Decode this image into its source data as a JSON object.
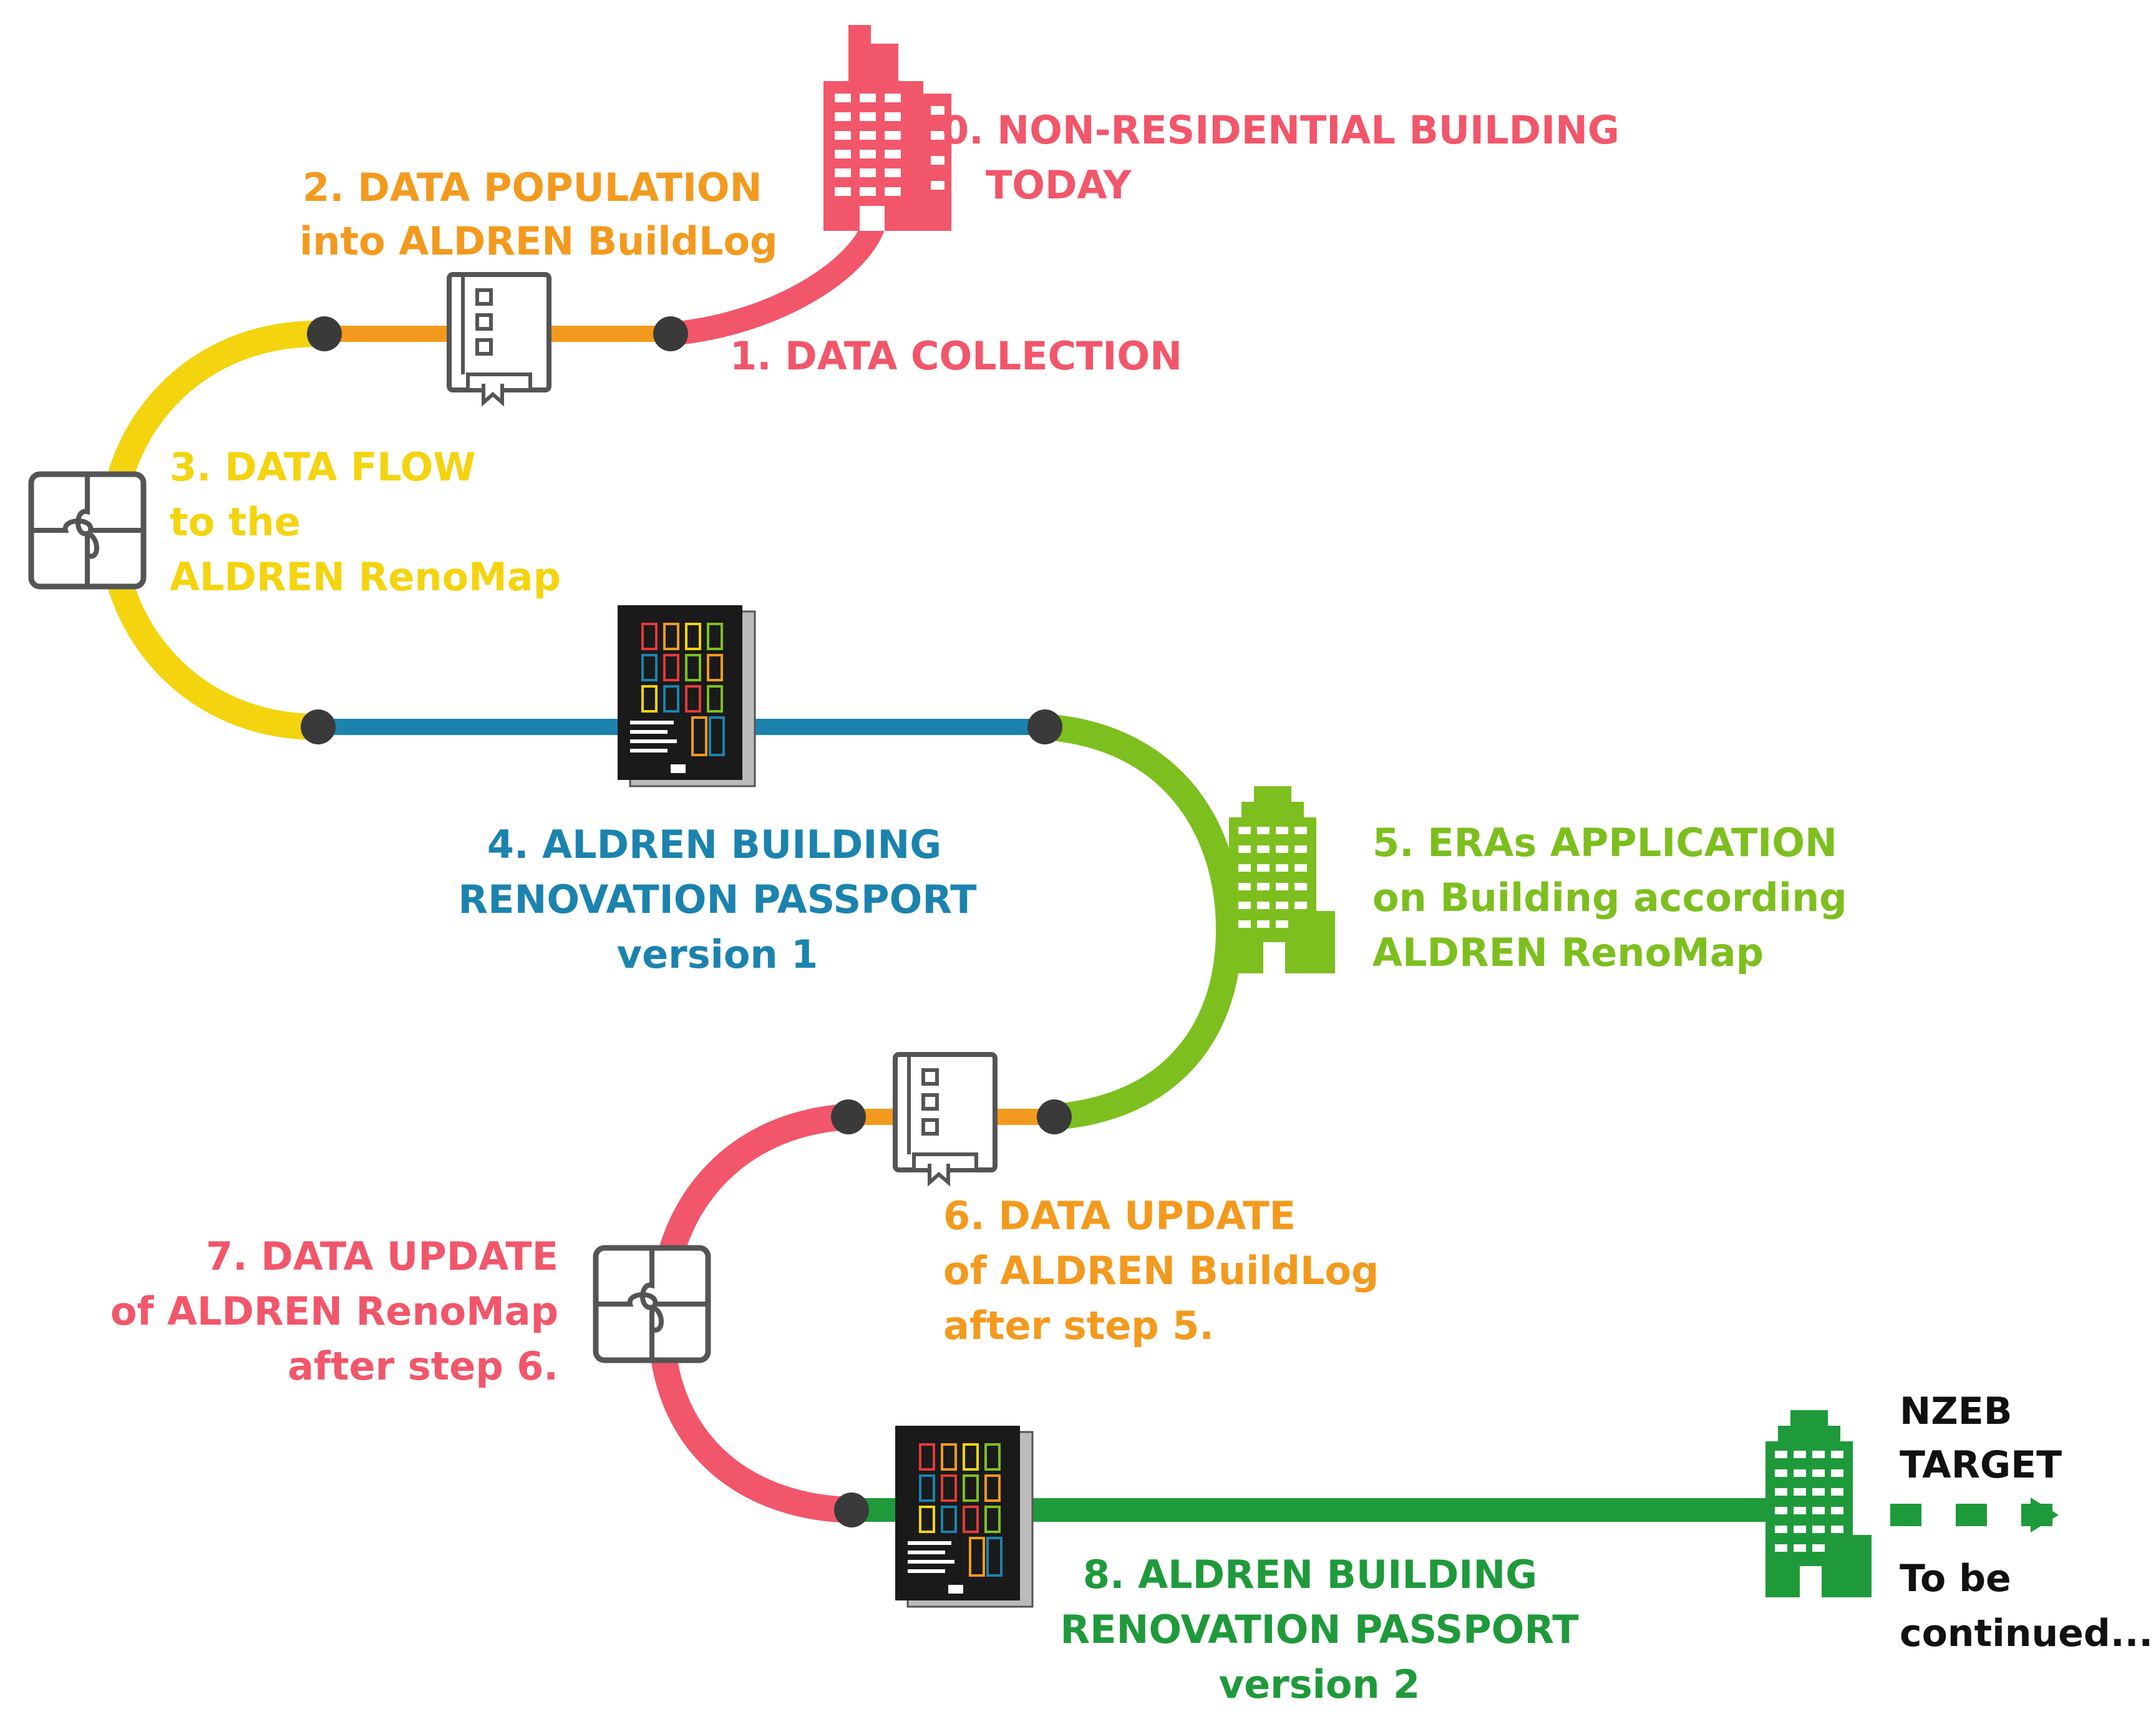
{
  "colors": {
    "red": "#F2566A",
    "orange": "#F39A1E",
    "yellow": "#F4D40E",
    "blue": "#1B83AE",
    "light_green": "#7DBF1E",
    "green": "#1F9A3B",
    "node": "#3A3A3A",
    "icon_gray": "#555555"
  },
  "icons": {
    "building_start": "building-icon",
    "buildlog": "logbook-icon",
    "renomap": "puzzle-icon",
    "passport": "passport-book-icon",
    "building_mid": "building-icon",
    "building_target": "building-icon"
  },
  "steps": {
    "s0": {
      "line1": "0. NON-RESIDENTIAL BUILDING",
      "line2": "TODAY"
    },
    "s1": {
      "line1": "1. DATA COLLECTION"
    },
    "s2": {
      "line1": "2. DATA POPULATION",
      "line2": "into ALDREN BuildLog"
    },
    "s3": {
      "line1": "3. DATA FLOW",
      "line2": "to the",
      "line3": "ALDREN RenoMap"
    },
    "s4": {
      "line1": "4. ALDREN BUILDING",
      "line2": "RENOVATION PASSPORT",
      "line3": "version 1"
    },
    "s5": {
      "line1": "5. ERAs APPLICATION",
      "line2": "on Building according",
      "line3": "ALDREN RenoMap"
    },
    "s6": {
      "line1": "6. DATA UPDATE",
      "line2": "of ALDREN BuildLog",
      "line3": "after step 5."
    },
    "s7": {
      "line1": "7. DATA UPDATE",
      "line2": "of ALDREN RenoMap",
      "line3": "after step 6."
    },
    "s8": {
      "line1": "8. ALDREN BUILDING",
      "line2": "RENOVATION PASSPORT",
      "line3": "version 2"
    }
  },
  "target": {
    "line1": "NZEB",
    "line2": "TARGET",
    "line3": "To be",
    "line4": "continued..."
  }
}
